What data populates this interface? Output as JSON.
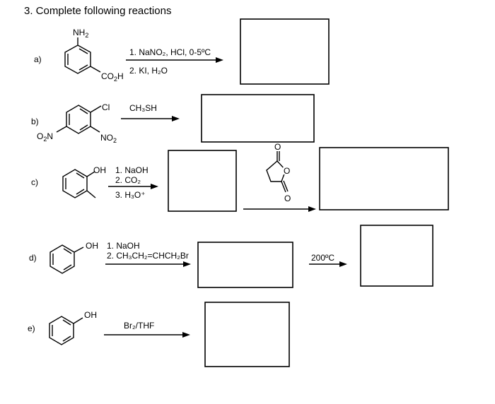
{
  "question": {
    "title": "3. Complete following reactions"
  },
  "parts": [
    {
      "label": "a)",
      "substituents": {
        "top": "NH",
        "top_sub": "2",
        "bottom": "CO",
        "bottom_sub": "2",
        "bottom_tail": "H"
      },
      "conditions": [
        "1. NaNO₂, HCl, 0-5ºC",
        "2. KI, H₂O"
      ]
    },
    {
      "label": "b)",
      "substituents": {
        "cl": "Cl",
        "left": "O",
        "left_sub": "2",
        "left_tail": "N",
        "right": "NO",
        "right_sub": "2"
      },
      "conditions": [
        "CH₃SH"
      ]
    },
    {
      "label": "c)",
      "substituents": {
        "oh": "OH"
      },
      "conditions": [
        "1. NaOH",
        "2. CO₂",
        "3. H₃O⁺"
      ],
      "reagent2_atoms": [
        "O",
        "O",
        "O"
      ]
    },
    {
      "label": "d)",
      "substituents": {
        "oh": "OH"
      },
      "conditions": [
        "1. NaOH",
        "2. CH₃CH₂=CHCH₂Br"
      ],
      "conditions2": [
        "200ºC"
      ]
    },
    {
      "label": "e)",
      "substituents": {
        "oh": "OH"
      },
      "conditions": [
        "Br₂/THF"
      ]
    }
  ]
}
